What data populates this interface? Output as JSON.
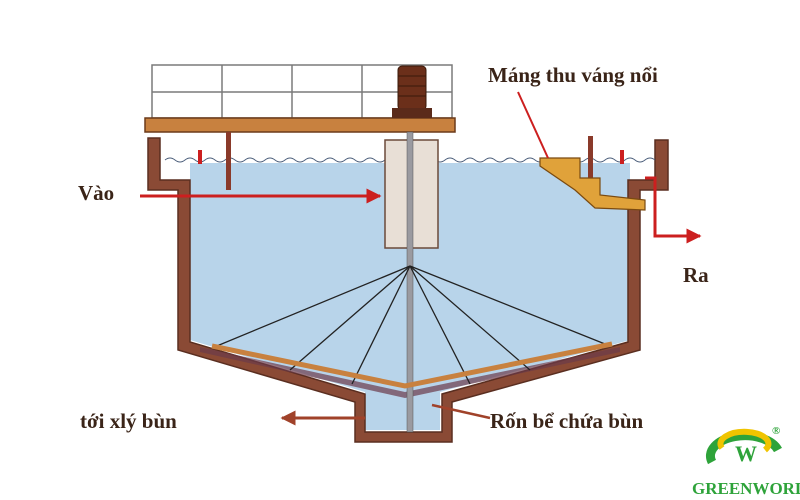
{
  "labels": {
    "inlet": "Vào",
    "outlet": "Ra",
    "scum_trough": "Máng thu váng nổi",
    "sludge_out": "tới xlý bùn",
    "sludge_pit": "Rốn bể chứa bùn"
  },
  "brand": {
    "name": "GREENWORLD",
    "registered": "®"
  },
  "colors": {
    "tank_wall": "#8a4a35",
    "tank_wall_dark": "#5a2e20",
    "water": "#b8d4ea",
    "arrow": "#cc1f1f",
    "walkway": "#c8813f",
    "motor": "#6b2f1a",
    "scum": "#e0a23a",
    "brand_green": "#2ea33a",
    "brand_yellow": "#f0c400"
  },
  "icons": {
    "motor": "motor-icon",
    "logo": "greenworld-logo-icon"
  }
}
